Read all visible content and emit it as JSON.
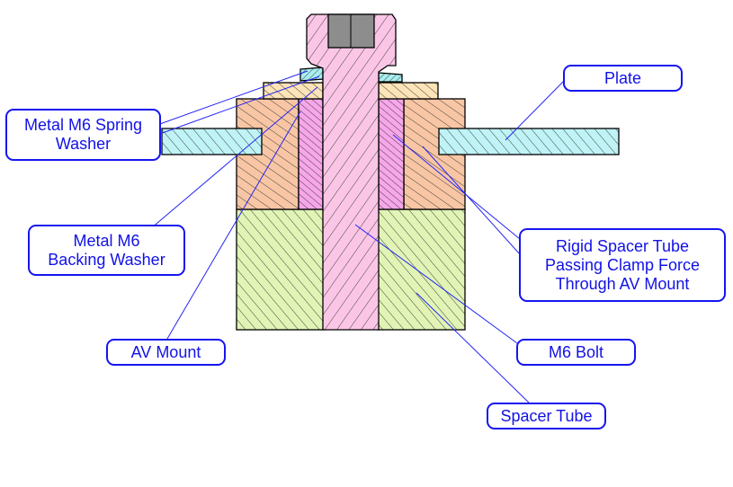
{
  "diagram": {
    "labels": {
      "plate": "Plate",
      "spring_washer": [
        "Metal M6 Spring",
        "Washer"
      ],
      "backing_washer": [
        "Metal M6",
        "Backing Washer"
      ],
      "av_mount": "AV Mount",
      "rigid_spacer": [
        "Rigid Spacer Tube",
        "Passing Clamp Force",
        "Through AV Mount"
      ],
      "bolt": "M6 Bolt",
      "spacer_tube": "Spacer Tube"
    },
    "colors": {
      "label_text": "#1212e6",
      "label_border": "#1515f0",
      "leader_line": "#2525f5",
      "outline": "#000000",
      "plate_fill": "#bff3f6",
      "mount_upper_fill": "#f8c6a4",
      "mount_lower_fill": "#e1f4b5",
      "spacer_fill": "#f7a6e9",
      "bolt_fill": "#fbc6e6",
      "backing_washer_fill": "#fde3b8",
      "spring_washer_fill": "#a9eef0",
      "bolt_head_socket_fill": "#8d8d8d",
      "hatch": "#303030"
    }
  }
}
